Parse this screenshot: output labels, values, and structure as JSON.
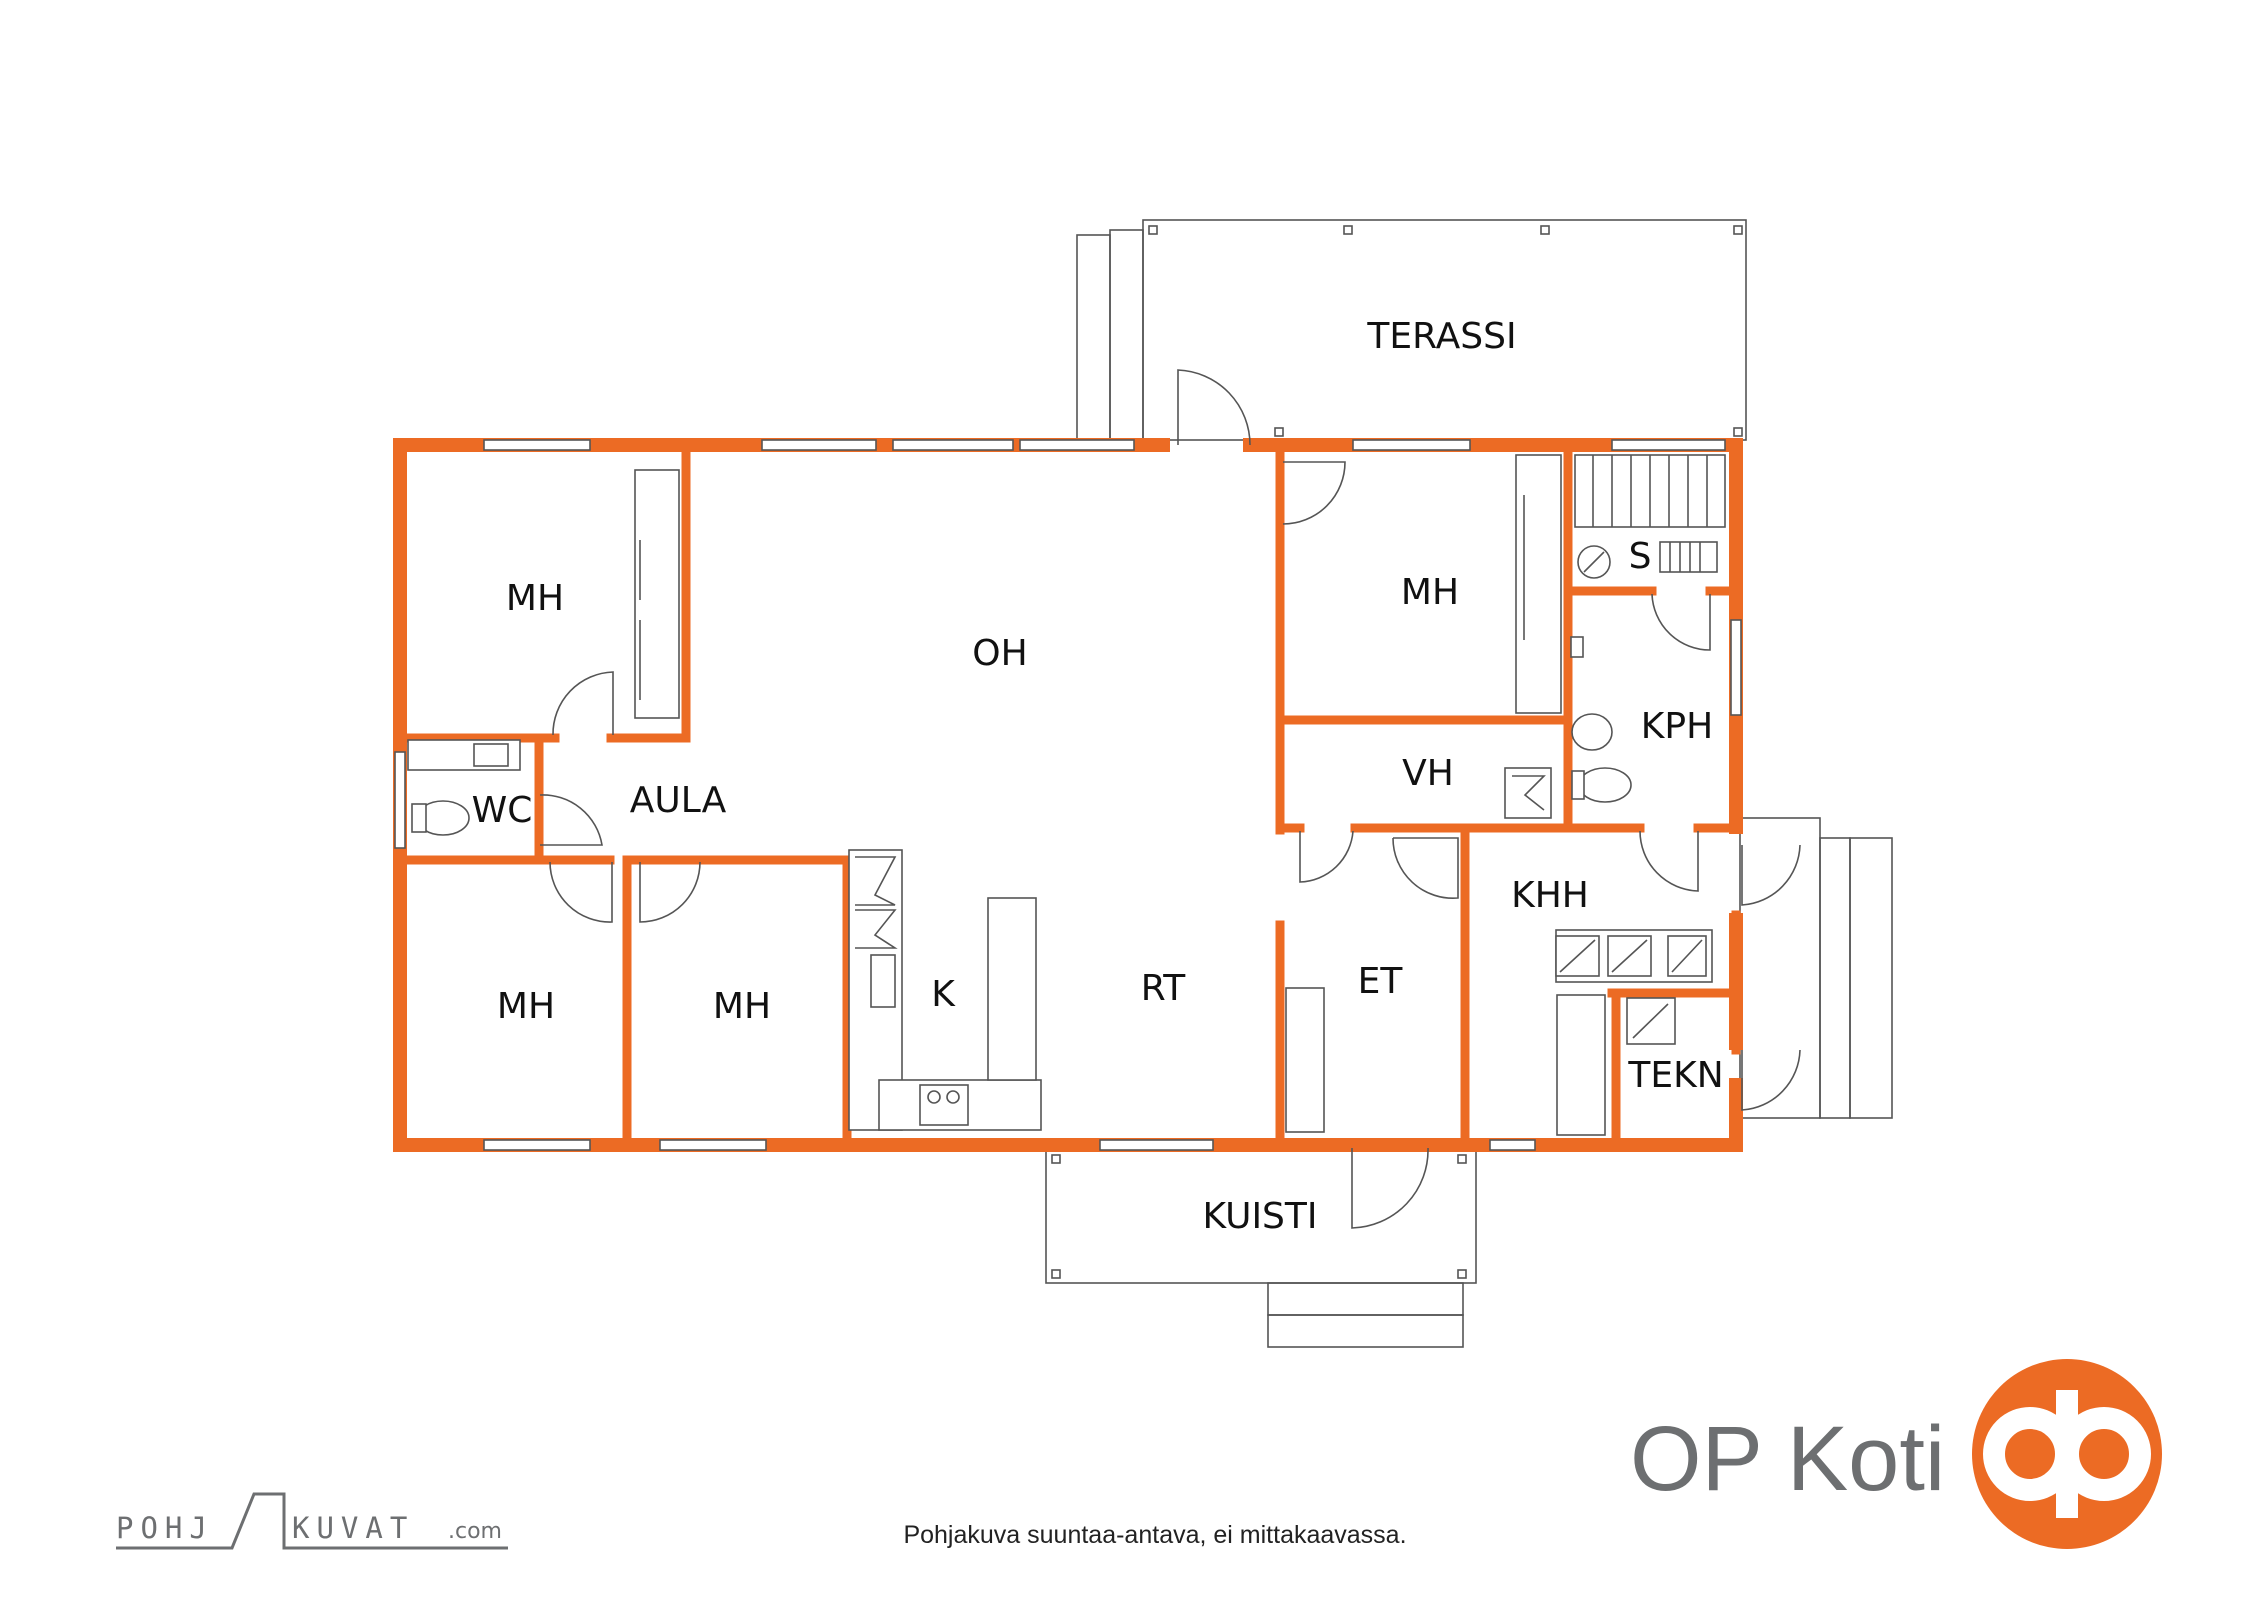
{
  "rooms": {
    "terassi": "TERASSI",
    "mh_top_left": "MH",
    "oh": "OH",
    "mh_top_right": "MH",
    "sauna": "S",
    "kph": "KPH",
    "vh": "VH",
    "wc": "WC",
    "aula": "AULA",
    "khh": "KHH",
    "et": "ET",
    "mh_bottom_left": "MH",
    "mh_bottom_mid": "MH",
    "kitchen": "K",
    "rt": "RT",
    "tekn": "TEKN",
    "kuisti": "KUISTI"
  },
  "disclaimer": "Pohjakuva suuntaa-antava, ei mittakaavassa.",
  "brand": {
    "name": "OP Koti",
    "color": "#ec6b24"
  },
  "credit": {
    "left": "POHJ",
    "right": "KUVAT",
    "domain": ".com"
  },
  "colors": {
    "wall": "#ec6b24",
    "line": "#555555",
    "text": "#111111"
  }
}
